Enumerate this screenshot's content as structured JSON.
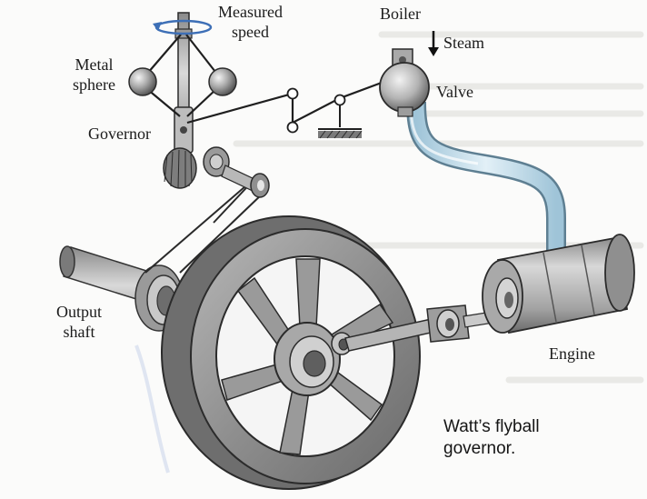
{
  "labels": {
    "metal_sphere": [
      "Metal",
      "sphere"
    ],
    "measured_speed": [
      "Measured",
      "speed"
    ],
    "boiler": "Boiler",
    "steam": "Steam",
    "valve": "Valve",
    "governor": "Governor",
    "output_shaft": [
      "Output",
      "shaft"
    ],
    "engine": "Engine"
  },
  "caption": [
    "Watt’s flyball",
    "governor."
  ],
  "colors": {
    "metal_dark": "#5c5c5c",
    "metal_mid": "#a3a3a3",
    "metal_light": "#d6d6d6",
    "steam_pipe": "#b9d7e6",
    "steam_pipe_edge": "#5e7f92",
    "rotation_arrow": "#3d6fb6"
  },
  "icons": {
    "rotation": "rotation-arrow-icon",
    "steam_flow": "down-arrow-icon",
    "ground": "ground-hatch-icon"
  }
}
